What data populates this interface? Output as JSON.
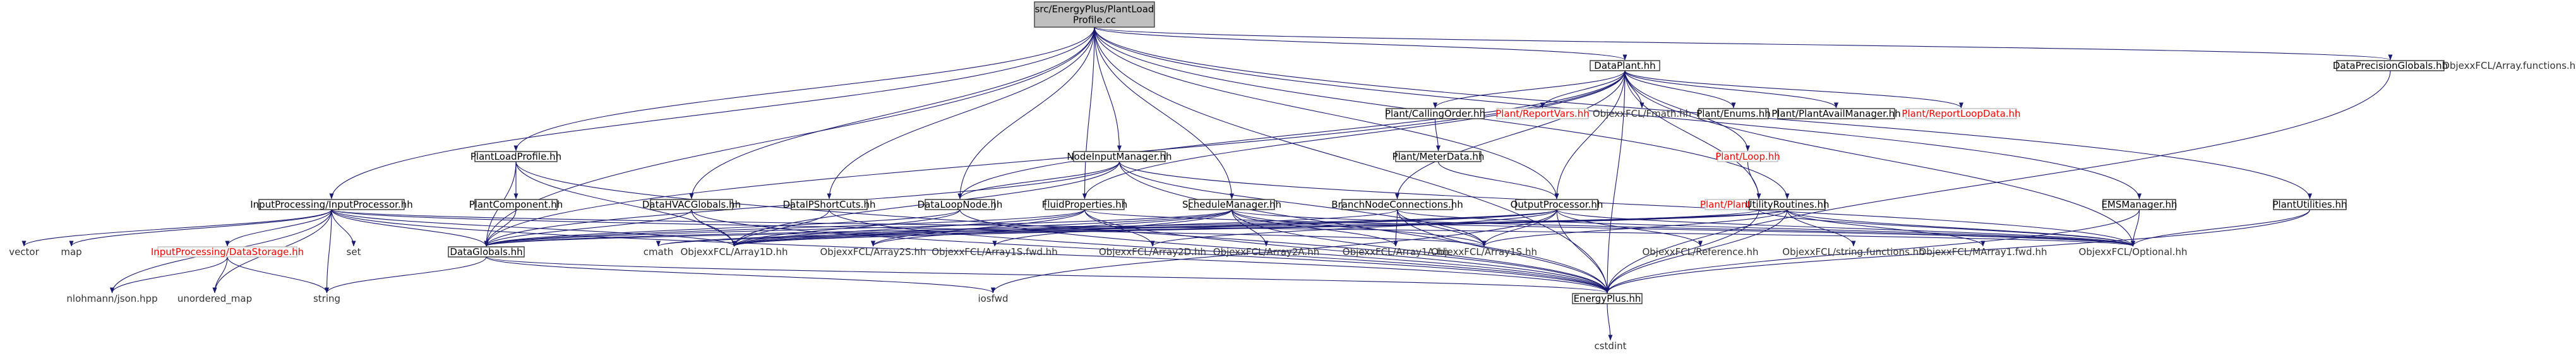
{
  "colors": {
    "edge": "#191970",
    "root_fill": "#bfbfbf",
    "node_border": "#333333",
    "missing_doc_border": "#bfbfbf",
    "missing_doc_text": "#ff0000"
  },
  "nodes": [
    {
      "id": "root",
      "label": [
        "src/EnergyPlus/PlantLoad",
        "Profile.cc"
      ],
      "style": "root"
    },
    {
      "id": "DataPlant",
      "label": [
        "DataPlant.hh"
      ],
      "style": "normal"
    },
    {
      "id": "DataPrecisionGlobals",
      "label": [
        "DataPrecisionGlobals.hh"
      ],
      "style": "normal"
    },
    {
      "id": "ArrayFunctions",
      "label": [
        "ObjexxFCL/Array.functions.hh"
      ],
      "style": "plain"
    },
    {
      "id": "CallingOrder",
      "label": [
        "Plant/CallingOrder.hh"
      ],
      "style": "normal"
    },
    {
      "id": "ReportVars",
      "label": [
        "Plant/ReportVars.hh"
      ],
      "style": "red"
    },
    {
      "id": "Fmath",
      "label": [
        "ObjexxFCL/Fmath.hh"
      ],
      "style": "plain"
    },
    {
      "id": "Enums",
      "label": [
        "Plant/Enums.hh"
      ],
      "style": "normal"
    },
    {
      "id": "PlantAvailManager",
      "label": [
        "Plant/PlantAvailManager.hh"
      ],
      "style": "normal"
    },
    {
      "id": "ReportLoopData",
      "label": [
        "Plant/ReportLoopData.hh"
      ],
      "style": "red"
    },
    {
      "id": "MeterData",
      "label": [
        "Plant/MeterData.hh"
      ],
      "style": "normal"
    },
    {
      "id": "Loop",
      "label": [
        "Plant/Loop.hh"
      ],
      "style": "red"
    },
    {
      "id": "PlantLoopSolver",
      "label": [
        "Plant/PlantLoopSolver.hh"
      ],
      "style": "red"
    },
    {
      "id": "PlantLoadProfile",
      "label": [
        "PlantLoadProfile.hh"
      ],
      "style": "normal"
    },
    {
      "id": "NodeInputManager",
      "label": [
        "NodeInputManager.hh"
      ],
      "style": "normal"
    },
    {
      "id": "InputProcessor",
      "label": [
        "InputProcessing/InputProcessor.hh"
      ],
      "style": "normal"
    },
    {
      "id": "PlantComponent",
      "label": [
        "PlantComponent.hh"
      ],
      "style": "normal"
    },
    {
      "id": "DataHVACGlobals",
      "label": [
        "DataHVACGlobals.hh"
      ],
      "style": "normal"
    },
    {
      "id": "DataIPShortCuts",
      "label": [
        "DataIPShortCuts.hh"
      ],
      "style": "normal"
    },
    {
      "id": "DataLoopNode",
      "label": [
        "DataLoopNode.hh"
      ],
      "style": "normal"
    },
    {
      "id": "FluidProperties",
      "label": [
        "FluidProperties.hh"
      ],
      "style": "normal"
    },
    {
      "id": "ScheduleManager",
      "label": [
        "ScheduleManager.hh"
      ],
      "style": "normal"
    },
    {
      "id": "BranchNodeConnections",
      "label": [
        "BranchNodeConnections.hh"
      ],
      "style": "normal"
    },
    {
      "id": "OutputProcessor",
      "label": [
        "OutputProcessor.hh"
      ],
      "style": "normal"
    },
    {
      "id": "UtilityRoutines",
      "label": [
        "UtilityRoutines.hh"
      ],
      "style": "normal"
    },
    {
      "id": "EMSManager",
      "label": [
        "EMSManager.hh"
      ],
      "style": "normal"
    },
    {
      "id": "PlantUtilities",
      "label": [
        "PlantUtilities.hh"
      ],
      "style": "normal"
    },
    {
      "id": "vector",
      "label": [
        "vector"
      ],
      "style": "plain"
    },
    {
      "id": "map",
      "label": [
        "map"
      ],
      "style": "plain"
    },
    {
      "id": "DataStorage",
      "label": [
        "InputProcessing/DataStorage.hh"
      ],
      "style": "red"
    },
    {
      "id": "set",
      "label": [
        "set"
      ],
      "style": "plain"
    },
    {
      "id": "DataGlobals",
      "label": [
        "DataGlobals.hh"
      ],
      "style": "normal"
    },
    {
      "id": "cmath",
      "label": [
        "cmath"
      ],
      "style": "plain"
    },
    {
      "id": "Array1D",
      "label": [
        "ObjexxFCL/Array1D.hh"
      ],
      "style": "plain"
    },
    {
      "id": "Array2S",
      "label": [
        "ObjexxFCL/Array2S.hh"
      ],
      "style": "plain"
    },
    {
      "id": "Array1Sfwd",
      "label": [
        "ObjexxFCL/Array1S.fwd.hh"
      ],
      "style": "plain"
    },
    {
      "id": "Array2D",
      "label": [
        "ObjexxFCL/Array2D.hh"
      ],
      "style": "plain"
    },
    {
      "id": "Array2A",
      "label": [
        "ObjexxFCL/Array2A.hh"
      ],
      "style": "plain"
    },
    {
      "id": "Array1A",
      "label": [
        "ObjexxFCL/Array1A.hh"
      ],
      "style": "plain"
    },
    {
      "id": "Array1S",
      "label": [
        "ObjexxFCL/Array1S.hh"
      ],
      "style": "plain"
    },
    {
      "id": "Reference",
      "label": [
        "ObjexxFCL/Reference.hh"
      ],
      "style": "plain"
    },
    {
      "id": "StringFunctions",
      "label": [
        "ObjexxFCL/string.functions.hh"
      ],
      "style": "plain"
    },
    {
      "id": "MArray1fwd",
      "label": [
        "ObjexxFCL/MArray1.fwd.hh"
      ],
      "style": "plain"
    },
    {
      "id": "Optional",
      "label": [
        "ObjexxFCL/Optional.hh"
      ],
      "style": "plain"
    },
    {
      "id": "json",
      "label": [
        "nlohmann/json.hpp"
      ],
      "style": "plain"
    },
    {
      "id": "unordered_map",
      "label": [
        "unordered_map"
      ],
      "style": "plain"
    },
    {
      "id": "string",
      "label": [
        "string"
      ],
      "style": "plain"
    },
    {
      "id": "iosfwd",
      "label": [
        "iosfwd"
      ],
      "style": "plain"
    },
    {
      "id": "EnergyPlus",
      "label": [
        "EnergyPlus.hh"
      ],
      "style": "normal"
    },
    {
      "id": "cstdint",
      "label": [
        "cstdint"
      ],
      "style": "plain"
    }
  ],
  "edges": [
    [
      "root",
      "DataPlant"
    ],
    [
      "root",
      "DataPrecisionGlobals"
    ],
    [
      "root",
      "PlantLoadProfile"
    ],
    [
      "root",
      "NodeInputManager"
    ],
    [
      "root",
      "InputProcessor"
    ],
    [
      "root",
      "DataHVACGlobals"
    ],
    [
      "root",
      "DataIPShortCuts"
    ],
    [
      "root",
      "DataLoopNode"
    ],
    [
      "root",
      "FluidProperties"
    ],
    [
      "root",
      "ScheduleManager"
    ],
    [
      "root",
      "OutputProcessor"
    ],
    [
      "root",
      "EMSManager"
    ],
    [
      "root",
      "PlantUtilities"
    ],
    [
      "root",
      "UtilityRoutines"
    ],
    [
      "root",
      "DataGlobals"
    ],
    [
      "root",
      "EnergyPlus"
    ],
    [
      "DataPlant",
      "CallingOrder"
    ],
    [
      "DataPlant",
      "ReportVars"
    ],
    [
      "DataPlant",
      "Fmath"
    ],
    [
      "DataPlant",
      "Enums"
    ],
    [
      "DataPlant",
      "PlantAvailManager"
    ],
    [
      "DataPlant",
      "ReportLoopData"
    ],
    [
      "DataPlant",
      "Loop"
    ],
    [
      "DataPlant",
      "PlantLoopSolver"
    ],
    [
      "DataPlant",
      "DataLoopNode"
    ],
    [
      "DataPlant",
      "OutputProcessor"
    ],
    [
      "DataPlant",
      "BranchNodeConnections"
    ],
    [
      "DataPlant",
      "DataGlobals"
    ],
    [
      "DataPlant",
      "Optional"
    ],
    [
      "DataPlant",
      "EnergyPlus"
    ],
    [
      "DataPlant",
      "FluidProperties"
    ],
    [
      "DataPrecisionGlobals",
      "EnergyPlus"
    ],
    [
      "CallingOrder",
      "MeterData"
    ],
    [
      "MeterData",
      "OutputProcessor"
    ],
    [
      "Loop",
      "PlantLoopSolver"
    ],
    [
      "PlantLoopSolver",
      "Array1D"
    ],
    [
      "PlantLoopSolver",
      "Optional"
    ],
    [
      "PlantLoopSolver",
      "EnergyPlus"
    ],
    [
      "PlantLoadProfile",
      "PlantComponent"
    ],
    [
      "PlantLoadProfile",
      "DataGlobals"
    ],
    [
      "PlantLoadProfile",
      "Array1D"
    ],
    [
      "PlantLoadProfile",
      "EnergyPlus"
    ],
    [
      "PlantComponent",
      "DataGlobals"
    ],
    [
      "NodeInputManager",
      "DataLoopNode"
    ],
    [
      "NodeInputManager",
      "DataGlobals"
    ],
    [
      "NodeInputManager",
      "Array1D"
    ],
    [
      "NodeInputManager",
      "Array1S"
    ],
    [
      "NodeInputManager",
      "Optional"
    ],
    [
      "NodeInputManager",
      "EnergyPlus"
    ],
    [
      "InputProcessor",
      "vector"
    ],
    [
      "InputProcessor",
      "map"
    ],
    [
      "InputProcessor",
      "DataStorage"
    ],
    [
      "InputProcessor",
      "set"
    ],
    [
      "InputProcessor",
      "string"
    ],
    [
      "InputProcessor",
      "DataGlobals"
    ],
    [
      "InputProcessor",
      "json"
    ],
    [
      "InputProcessor",
      "unordered_map"
    ],
    [
      "InputProcessor",
      "Array1D"
    ],
    [
      "InputProcessor",
      "Array1S"
    ],
    [
      "InputProcessor",
      "Optional"
    ],
    [
      "InputProcessor",
      "EnergyPlus"
    ],
    [
      "DataStorage",
      "json"
    ],
    [
      "DataStorage",
      "unordered_map"
    ],
    [
      "DataStorage",
      "string"
    ],
    [
      "DataHVACGlobals",
      "DataGlobals"
    ],
    [
      "DataHVACGlobals",
      "Array1D"
    ],
    [
      "DataHVACGlobals",
      "EnergyPlus"
    ],
    [
      "DataIPShortCuts",
      "Array1D"
    ],
    [
      "DataIPShortCuts",
      "EnergyPlus"
    ],
    [
      "DataLoopNode",
      "DataGlobals"
    ],
    [
      "DataLoopNode",
      "Array1D"
    ],
    [
      "DataLoopNode",
      "EnergyPlus"
    ],
    [
      "FluidProperties",
      "DataGlobals"
    ],
    [
      "FluidProperties",
      "Array1D"
    ],
    [
      "FluidProperties",
      "Array2S"
    ],
    [
      "FluidProperties",
      "Array2D"
    ],
    [
      "FluidProperties",
      "Optional"
    ],
    [
      "FluidProperties",
      "EnergyPlus"
    ],
    [
      "ScheduleManager",
      "DataGlobals"
    ],
    [
      "ScheduleManager",
      "Array1D"
    ],
    [
      "ScheduleManager",
      "Array1Sfwd"
    ],
    [
      "ScheduleManager",
      "Array2S"
    ],
    [
      "ScheduleManager",
      "Array2A"
    ],
    [
      "ScheduleManager",
      "Array1A"
    ],
    [
      "ScheduleManager",
      "Array1S"
    ],
    [
      "ScheduleManager",
      "Optional"
    ],
    [
      "ScheduleManager",
      "EnergyPlus"
    ],
    [
      "BranchNodeConnections",
      "Array1D"
    ],
    [
      "BranchNodeConnections",
      "Array1A"
    ],
    [
      "BranchNodeConnections",
      "Array1S"
    ],
    [
      "BranchNodeConnections",
      "Optional"
    ],
    [
      "BranchNodeConnections",
      "EnergyPlus"
    ],
    [
      "OutputProcessor",
      "DataGlobals"
    ],
    [
      "OutputProcessor",
      "cmath"
    ],
    [
      "OutputProcessor",
      "Array1D"
    ],
    [
      "OutputProcessor",
      "Array2D"
    ],
    [
      "OutputProcessor",
      "Reference"
    ],
    [
      "OutputProcessor",
      "Optional"
    ],
    [
      "OutputProcessor",
      "iosfwd"
    ],
    [
      "OutputProcessor",
      "EnergyPlus"
    ],
    [
      "OutputProcessor",
      "Array1S"
    ],
    [
      "UtilityRoutines",
      "cmath"
    ],
    [
      "UtilityRoutines",
      "Array1D"
    ],
    [
      "UtilityRoutines",
      "Array1S"
    ],
    [
      "UtilityRoutines",
      "StringFunctions"
    ],
    [
      "UtilityRoutines",
      "MArray1fwd"
    ],
    [
      "UtilityRoutines",
      "Optional"
    ],
    [
      "UtilityRoutines",
      "EnergyPlus"
    ],
    [
      "UtilityRoutines",
      "DataGlobals"
    ],
    [
      "EMSManager",
      "Optional"
    ],
    [
      "EMSManager",
      "EnergyPlus"
    ],
    [
      "PlantUtilities",
      "Optional"
    ],
    [
      "PlantUtilities",
      "EnergyPlus"
    ],
    [
      "DataGlobals",
      "iosfwd"
    ],
    [
      "DataGlobals",
      "string"
    ],
    [
      "DataGlobals",
      "EnergyPlus"
    ],
    [
      "EnergyPlus",
      "cstdint"
    ]
  ]
}
